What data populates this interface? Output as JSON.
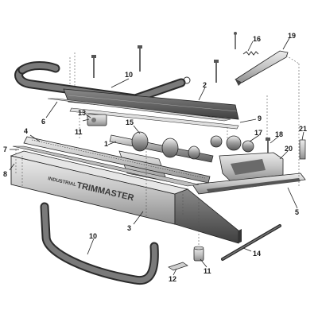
{
  "diagram": {
    "brand": {
      "line1": "INDUSTRIAL",
      "line2": "TRIMMASTER"
    },
    "callouts": [
      {
        "id": "c1",
        "label": "1"
      },
      {
        "id": "c2",
        "label": "2"
      },
      {
        "id": "c3",
        "label": "3"
      },
      {
        "id": "c4",
        "label": "4"
      },
      {
        "id": "c5",
        "label": "5"
      },
      {
        "id": "c6",
        "label": "6"
      },
      {
        "id": "c7",
        "label": "7"
      },
      {
        "id": "c8",
        "label": "8"
      },
      {
        "id": "c9",
        "label": "9"
      },
      {
        "id": "c10a",
        "label": "10"
      },
      {
        "id": "c10b",
        "label": "10"
      },
      {
        "id": "c11a",
        "label": "11"
      },
      {
        "id": "c11b",
        "label": "11"
      },
      {
        "id": "c12",
        "label": "12"
      },
      {
        "id": "c13",
        "label": "13"
      },
      {
        "id": "c14",
        "label": "14"
      },
      {
        "id": "c15",
        "label": "15"
      },
      {
        "id": "c16",
        "label": "16"
      },
      {
        "id": "c17",
        "label": "17"
      },
      {
        "id": "c18",
        "label": "18"
      },
      {
        "id": "c19",
        "label": "19"
      },
      {
        "id": "c20",
        "label": "20"
      },
      {
        "id": "c21",
        "label": "21"
      }
    ],
    "colors": {
      "metal_light": "#d9d9d9",
      "metal_mid": "#a6a6a6",
      "metal_dark": "#5a5a5a",
      "handle": "#6e6e6e",
      "outline": "#222222"
    }
  }
}
